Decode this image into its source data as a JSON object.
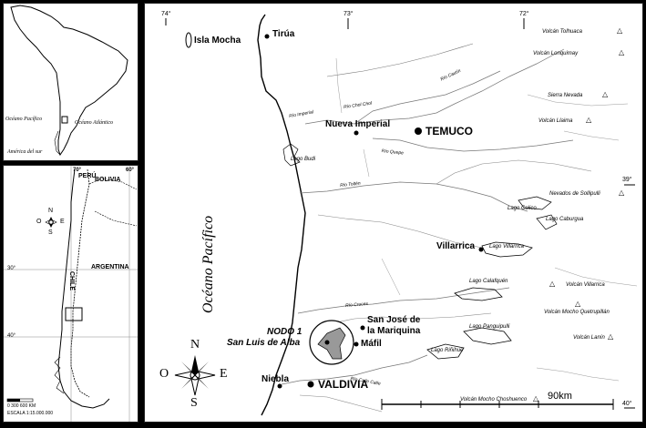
{
  "inset_south_america": {
    "pacific_label": "Océano Pacífico",
    "atlantic_label": "Océano Atlántico",
    "region_label": "América del sur"
  },
  "inset_chile": {
    "countries": {
      "peru": "PERÚ",
      "bolivia": "BOLIVIA",
      "argentina": "ARGENTINA",
      "chile": "CHILE"
    },
    "lat_30": "30°",
    "lat_40": "40°",
    "lon_70": "70°",
    "lon_60": "60°",
    "compass": {
      "n": "N",
      "s": "S",
      "e": "E",
      "o": "O"
    },
    "scale_text_1": "0 300 600 KM",
    "scale_text_2": "ESCALA 1:15.000.000"
  },
  "main_map": {
    "lon_74": "74°",
    "lon_73": "73°",
    "lon_72": "72°",
    "lat_39": "39°",
    "lat_40": "40°",
    "ocean_label": "Océano Pacífico",
    "island": "Isla Mocha",
    "cities": {
      "tirua": "Tirúa",
      "nueva_imperial": "Nueva Imperial",
      "temuco": "TEMUCO",
      "villarrica": "Villarrica",
      "san_jose_1": "San José de",
      "san_jose_2": "la Mariquina",
      "mafil": "Máfil",
      "niebla": "Niebla",
      "valdivia": "VALDIVIA"
    },
    "nodo_1": "NODO 1",
    "nodo_2": "San Luis de Alba",
    "lakes": {
      "budi": "Lago Budi",
      "villarrica": "Lago Villarrica",
      "colico": "Lago Colico",
      "caburgua": "Lago Caburgua",
      "calafquen": "Lago Calafquén",
      "panguipulli": "Lago Panguipulli",
      "rinihue": "Lago Riñihue"
    },
    "rivers": {
      "cautin": "Río Cautín",
      "imperial": "Río Imperial",
      "cholchol": "Río Chol Chol",
      "quepe": "Río Quepe",
      "tolten": "Río Toltén",
      "cruces": "Río Cruces",
      "calle_calle": "Río Calle Calle"
    },
    "volcanoes": {
      "tolhuaca": "Volcán Tolhuaca",
      "lonquimay": "Volcán Lonquimay",
      "sierra_nevada": "Sierra Nevada",
      "llaima": "Volcán Llaima",
      "sollipulli": "Nevados de Sollipulli",
      "villarrica": "Volcán Villarrica",
      "mocho_quetrupillan": "Volcán Mocho Quetrupillán",
      "lanin": "Volcán Lanín",
      "mocho_choshuenco": "Volcán Mocho Choshuenco"
    },
    "compass": {
      "n": "N",
      "s": "S",
      "e": "E",
      "o": "O"
    },
    "scale_label": "90km"
  }
}
